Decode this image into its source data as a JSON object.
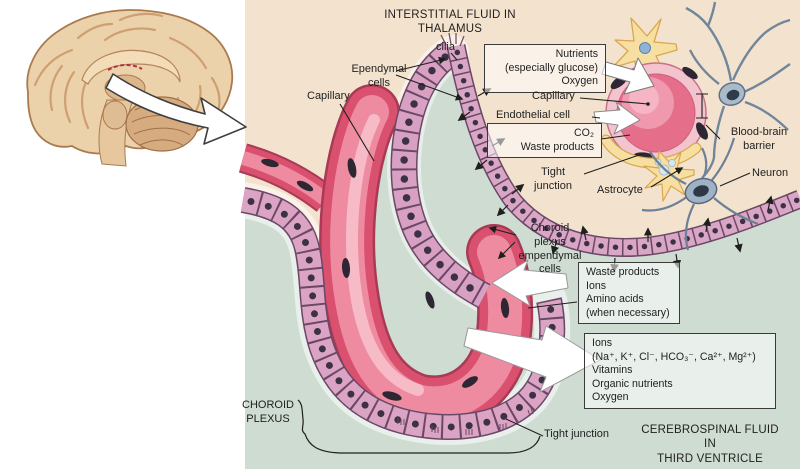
{
  "figure": {
    "description": "Blood-brain barrier and choroid plexus transport diagram",
    "colors": {
      "background": "#ffffff",
      "interstitial_fluid": "#f3e3ce",
      "cerebrospinal_fluid": "#cfdcd2",
      "ependymal_cell": "#d9a6c6",
      "capillary_wall": "#d9516f",
      "capillary_lumen": "#ee8ba1",
      "astrocyte": "#f7dfa2",
      "neuron": "#a9bac9",
      "label_text": "#1f1f1f"
    },
    "region_titles": {
      "interstitial_fluid": "INTERSTITIAL FLUID IN\nTHALAMUS",
      "cerebrospinal_fluid": "CEREBROSPINAL FLUID IN\nTHIRD VENTRICLE"
    },
    "labels": {
      "cilia": "cilia",
      "ependymal_cells": "Ependymal\ncells",
      "capillary_main": "Capillary",
      "capillary_cross_section": "Capillary",
      "endothelial_cell": "Endothelial cell",
      "tight_junction_upper": "Tight\njunction",
      "astrocyte": "Astrocyte",
      "blood_brain_barrier": "Blood-brain\nbarrier",
      "neuron": "Neuron",
      "choroid_plexus_ependymal_cells": "Choroid\nplexus\nempendymal\ncells",
      "choroid_plexus": "CHOROID\nPLEXUS",
      "tight_junction_lower": "Tight junction"
    },
    "transport_boxes": {
      "into_brain_tissue": "Nutrients\n(especially glucose)\nOxygen",
      "out_of_brain_tissue": "CO₂\nWaste products",
      "into_choroid_capillary": "Waste products\nIons\nAmino acids\n(when necessary)",
      "into_csf": "Ions\n(Na⁺, K⁺, Cl⁻, HCO₃⁻, Ca²⁺, Mg²⁺)\nVitamins\nOrganic nutrients\nOxygen"
    }
  }
}
